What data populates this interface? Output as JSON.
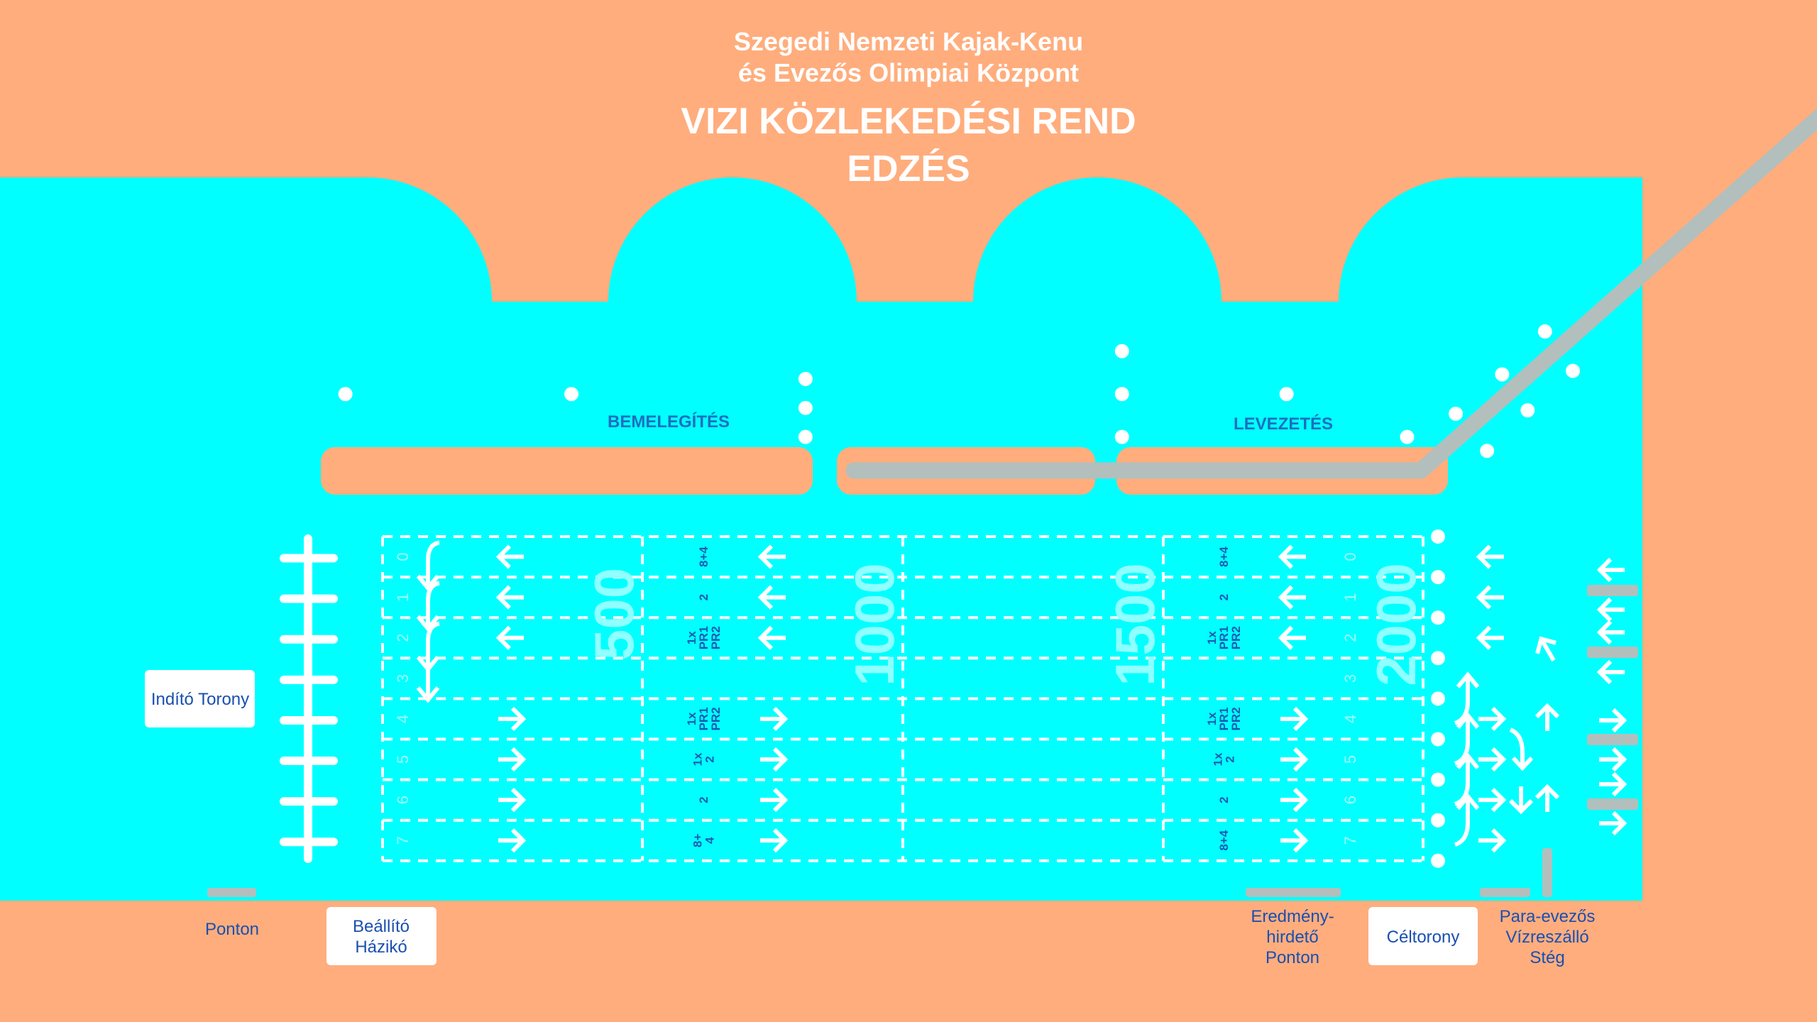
{
  "header": {
    "line1": "Szegedi Nemzeti Kajak-Kenu",
    "line2": "és Evezős Olimpiai Központ",
    "title1": "VIZI KÖZLEKEDÉSI REND",
    "title2": "EDZÉS"
  },
  "zones": {
    "warmup": "BEMELEGÍTÉS",
    "cooldown": "LEVEZETÉS"
  },
  "distances": [
    "500",
    "1000",
    "1500",
    "2000"
  ],
  "lanes": [
    "0",
    "1",
    "2",
    "3",
    "4",
    "5",
    "6",
    "7"
  ],
  "lane_directions": [
    "left",
    "left",
    "left",
    "none",
    "right",
    "right",
    "right",
    "right"
  ],
  "boat_classes_500_1000": [
    [
      "8+4"
    ],
    [
      "2"
    ],
    [
      "1x",
      "PR1",
      "PR2"
    ],
    [],
    [
      "1x",
      "PR1",
      "PR2"
    ],
    [
      "1x",
      "2"
    ],
    [
      "2"
    ],
    [
      "8+",
      "4"
    ]
  ],
  "boat_classes_1500_2000": [
    [
      "8+4"
    ],
    [
      "2"
    ],
    [
      "1x",
      "PR1",
      "PR2"
    ],
    [],
    [
      "1x",
      "PR1",
      "PR2"
    ],
    [
      "1x",
      "2"
    ],
    [
      "2"
    ],
    [
      "8+4"
    ]
  ],
  "facilities": {
    "start_tower": "Indító Torony",
    "pontoon": "Ponton",
    "alignment_hut": [
      "Beállító",
      "Házikó"
    ],
    "results_pontoon": [
      "Eredmény-",
      "hirdető",
      "Ponton"
    ],
    "finish_tower": "Céltorony",
    "para_dock": [
      "Para-evezős",
      "Vízreszálló",
      "Stég"
    ]
  },
  "colors": {
    "land": "#FFAD7D",
    "water": "#00FFFF",
    "road": "#B2BFBD",
    "text": "#1A4FB0"
  }
}
